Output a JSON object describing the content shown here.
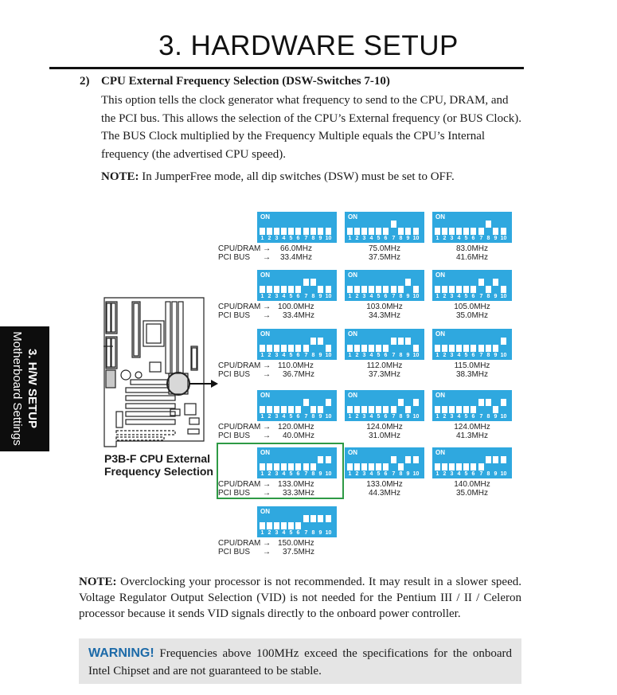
{
  "header": {
    "title": "3. HARDWARE SETUP"
  },
  "side_tab": {
    "line1": "3. H/W SETUP",
    "line2": "Motherboard Settings"
  },
  "section": {
    "number": "2)",
    "title": "CPU External Frequency Selection (DSW-Switches 7-10)",
    "body": "This option tells the clock generator what frequency to send to the CPU, DRAM, and the PCI bus. This allows the selection of the CPU’s External frequency (or BUS Clock). The BUS Clock multiplied by the Frequency Multiple equals the CPU’s Internal frequency (the advertised CPU speed)."
  },
  "note1": {
    "label": "NOTE:",
    "text": " In JumperFree mode, all dip switches (DSW) must be set to OFF."
  },
  "diagram": {
    "on_label": "ON",
    "switch_numbers": [
      "1",
      "2",
      "3",
      "4",
      "5",
      "6",
      "7",
      "8",
      "9",
      "10"
    ],
    "cpu_label": "CPU/DRAM",
    "pci_label": "PCI BUS",
    "arrow": "→",
    "caption_line1": "P3B-F CPU External",
    "caption_line2": "Frequency Selection",
    "settings": [
      {
        "cpu": "66.0MHz",
        "pci": "33.4MHz"
      },
      {
        "cpu": "75.0MHz",
        "pci": "37.5MHz"
      },
      {
        "cpu": "83.0MHz",
        "pci": "41.6MHz"
      },
      {
        "cpu": "100.0MHz",
        "pci": "33.4MHz"
      },
      {
        "cpu": "103.0MHz",
        "pci": "34.3MHz"
      },
      {
        "cpu": "105.0MHz",
        "pci": "35.0MHz"
      },
      {
        "cpu": "110.0MHz",
        "pci": "36.7MHz"
      },
      {
        "cpu": "112.0MHz",
        "pci": "37.3MHz"
      },
      {
        "cpu": "115.0MHz",
        "pci": "38.3MHz"
      },
      {
        "cpu": "120.0MHz",
        "pci": "40.0MHz"
      },
      {
        "cpu": "124.0MHz",
        "pci": "31.0MHz"
      },
      {
        "cpu": "124.0MHz",
        "pci": "41.3MHz"
      },
      {
        "cpu": "133.0MHz",
        "pci": "33.3MHz"
      },
      {
        "cpu": "133.0MHz",
        "pci": "44.3MHz"
      },
      {
        "cpu": "140.0MHz",
        "pci": "35.0MHz"
      },
      {
        "cpu": "150.0MHz",
        "pci": "37.5MHz"
      }
    ]
  },
  "note2": {
    "label": "NOTE:",
    "text": " Overclocking your processor is not recommended. It may result in a slower speed. Voltage Regulator Output Selection (VID) is not needed for the Pentium III / II / Celeron processor because it sends VID signals directly to the onboard power controller."
  },
  "warning": {
    "label": "WARNING!",
    "text": " Frequencies above 100MHz exceed the specifications for the onboard Intel Chipset and are not guaranteed to be stable."
  },
  "colors": {
    "switch_blue": "#2fa8df",
    "highlight_green": "#2e9a45",
    "warning_blue": "#1c6aa8"
  }
}
